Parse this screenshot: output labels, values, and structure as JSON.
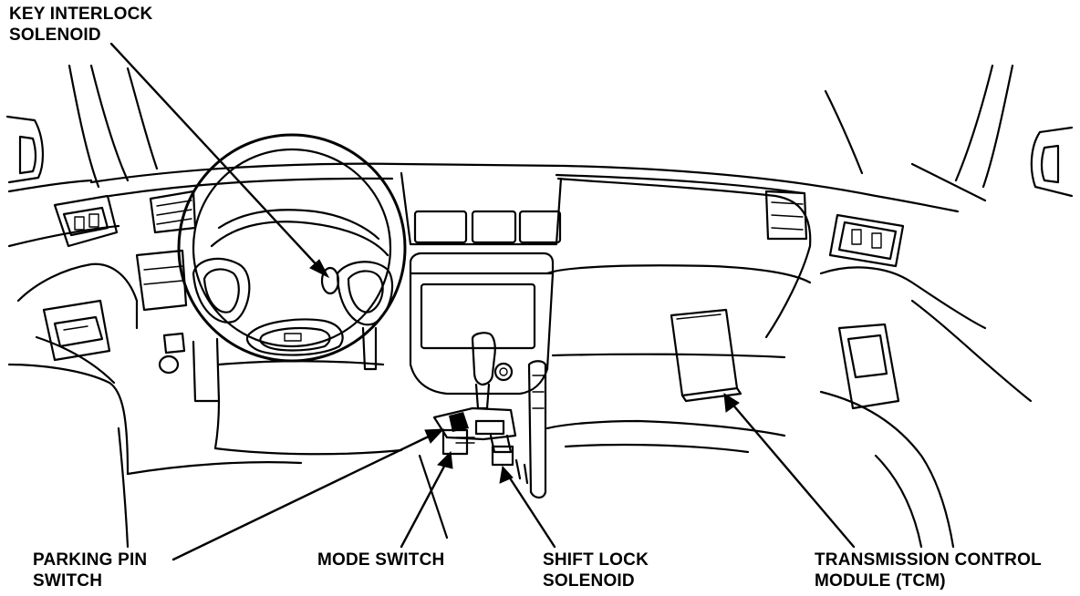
{
  "labels": {
    "key_interlock": {
      "line1": "KEY INTERLOCK",
      "line2": "SOLENOID"
    },
    "parking_pin": {
      "line1": "PARKING PIN",
      "line2": "SWITCH"
    },
    "mode_switch": {
      "line1": "MODE SWITCH"
    },
    "shift_lock": {
      "line1": "SHIFT LOCK",
      "line2": "SOLENOID"
    },
    "tcm": {
      "line1": "TRANSMISSION CONTROL",
      "line2": "MODULE (TCM)"
    }
  },
  "colors": {
    "ink": "#000000",
    "paper": "#ffffff"
  }
}
